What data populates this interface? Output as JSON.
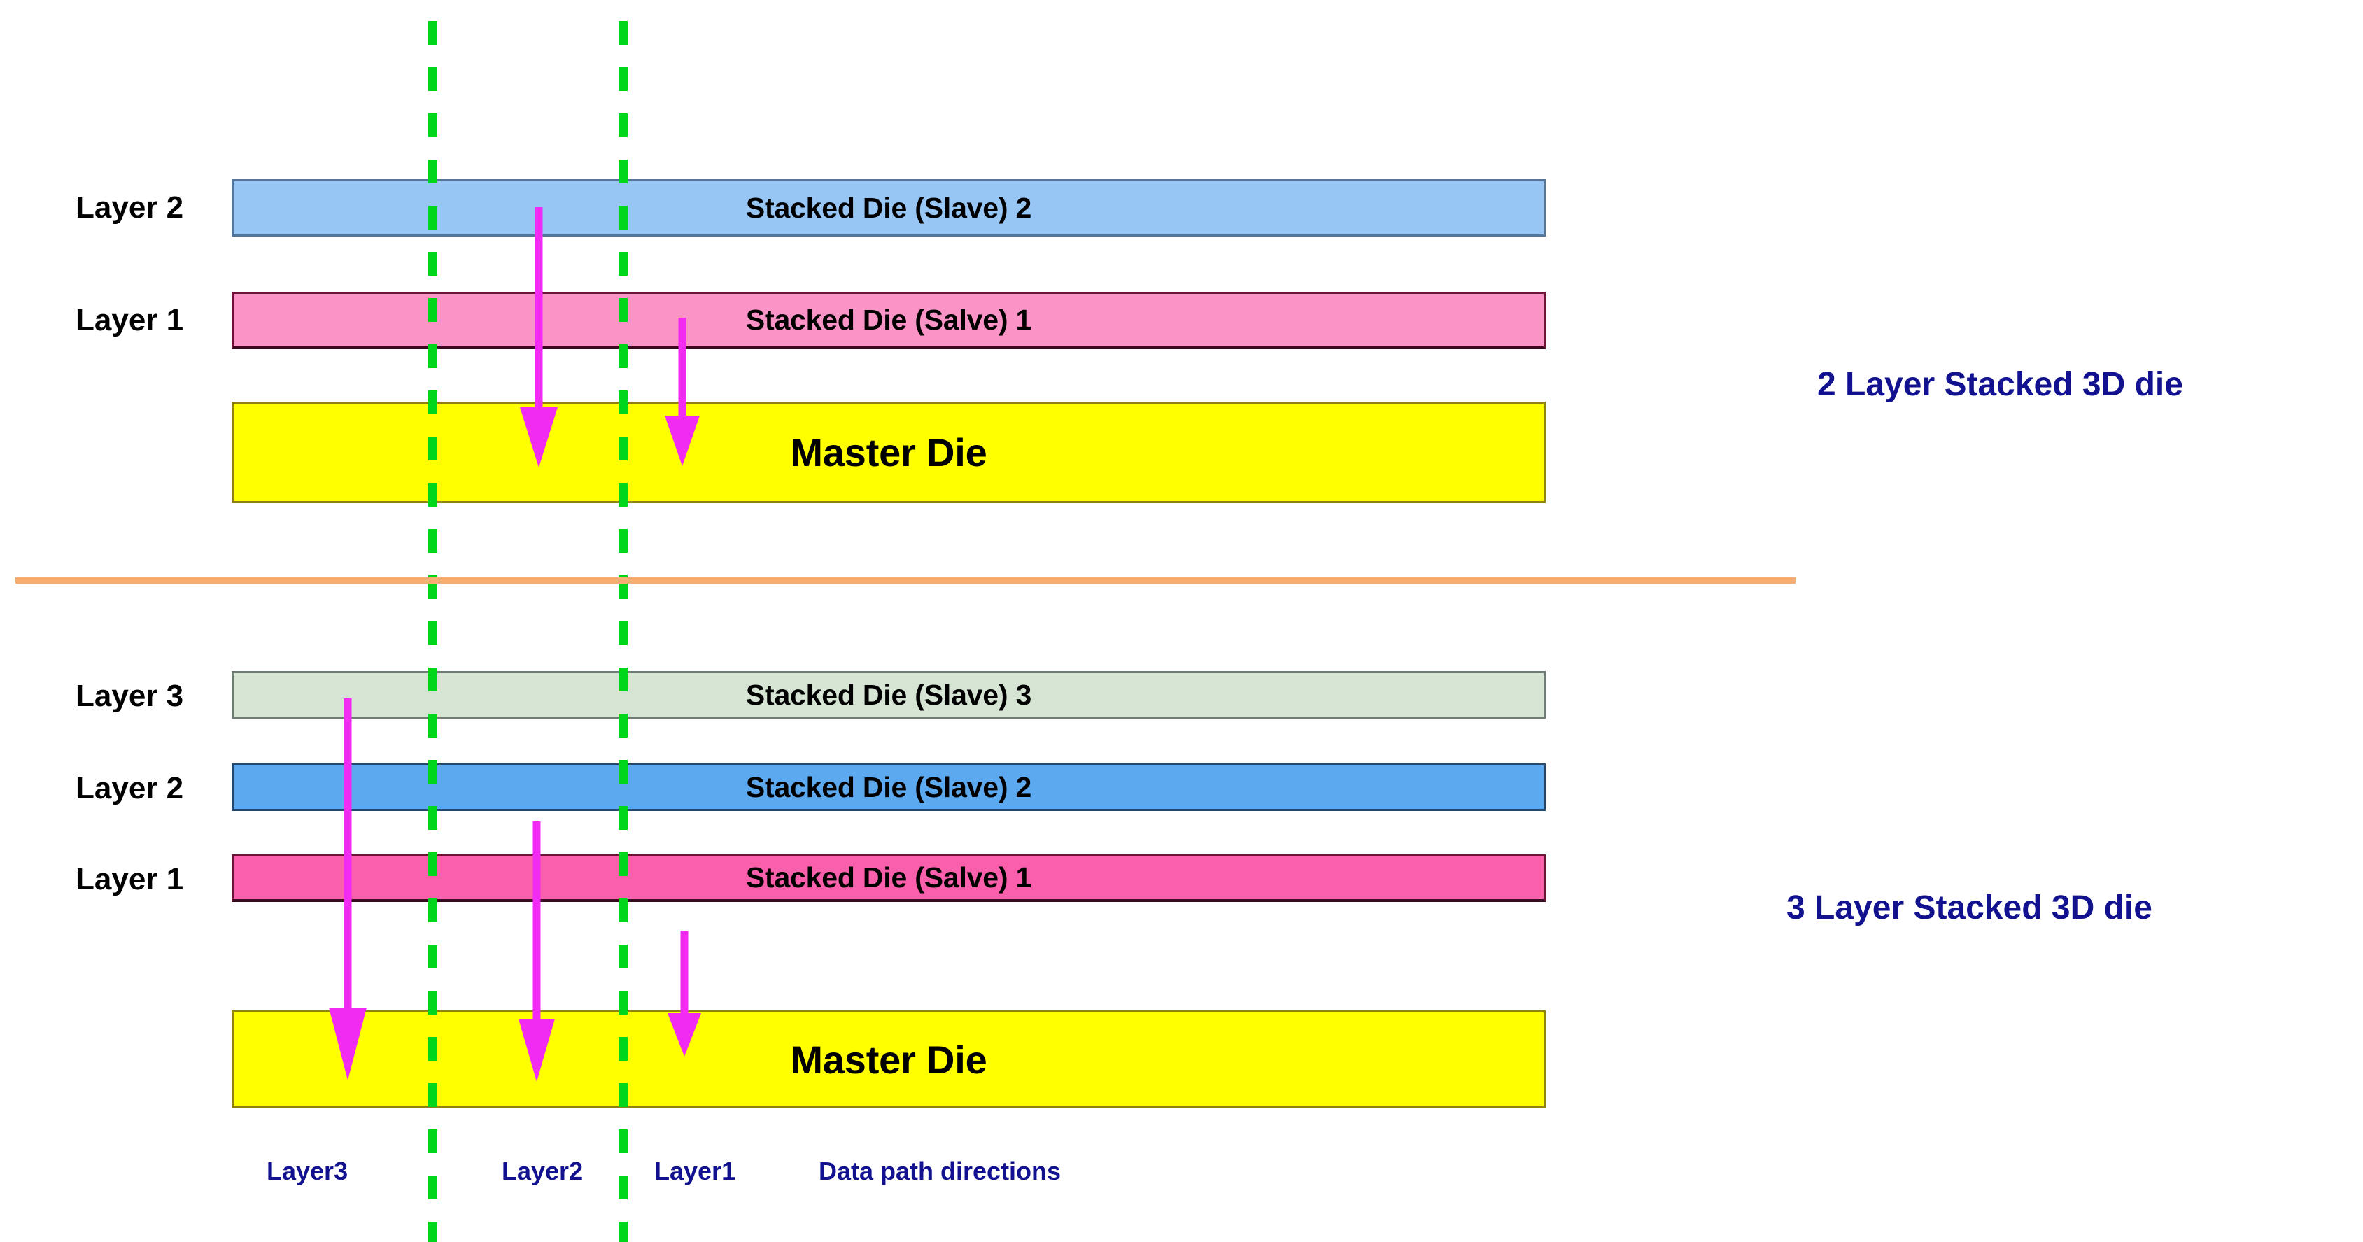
{
  "figure": {
    "title": "3D Stacked Die Data Path Diagram",
    "background": "#ffffff"
  },
  "colors": {
    "blue_die": "#97C6F5",
    "blue_die_strong": "#5CA9EF",
    "pink_die": "#FB94C6",
    "pink_die_strong": "#FA5FAB",
    "green_die": "#D6E4D4",
    "master_die": "#FFFF00",
    "arrow": "#F22BF2",
    "guide_line": "#00D61A",
    "divider": "#F5AE72",
    "caption_text": "#121291",
    "row_label_text": "#000000"
  },
  "top_section": {
    "caption": "2  Layer Stacked 3D die",
    "rows": [
      {
        "row_label": "Layer 2",
        "die_label": "Stacked Die (Slave) 2",
        "fill": "#97C6F5",
        "stroke": "#55759B"
      },
      {
        "row_label": "Layer 1",
        "die_label": "Stacked Die (Salve) 1",
        "fill": "#FB94C6",
        "stroke": "#6B1438"
      },
      {
        "row_label": "",
        "die_label": "Master Die",
        "fill": "#FFFF00",
        "stroke": "#8F8213"
      }
    ],
    "arrows": [
      {
        "name": "layer2-data-path",
        "source": "Layer 2",
        "target": "Master Die"
      },
      {
        "name": "layer1-data-path",
        "source": "Layer 1",
        "target": "Master Die"
      }
    ]
  },
  "bottom_section": {
    "caption": "3  Layer Stacked 3D die",
    "rows": [
      {
        "row_label": "Layer 3",
        "die_label": "Stacked Die (Slave) 3",
        "fill": "#D6E4D4",
        "stroke": "#6E7D74"
      },
      {
        "row_label": "Layer 2",
        "die_label": "Stacked Die (Slave) 2",
        "fill": "#5CA9EF",
        "stroke": "#24486E"
      },
      {
        "row_label": "Layer 1",
        "die_label": "Stacked Die (Salve) 1",
        "fill": "#FA5FAB",
        "stroke": "#6B1438"
      },
      {
        "row_label": "",
        "die_label": "Master Die",
        "fill": "#FFFF00",
        "stroke": "#8F8213"
      }
    ],
    "arrows": [
      {
        "name": "layer3-data-path",
        "source": "Layer 3",
        "target": "Master Die"
      },
      {
        "name": "layer2-data-path",
        "source": "Layer 2",
        "target": "Master Die"
      },
      {
        "name": "layer1-data-path",
        "source": "Layer 1",
        "target": "Master Die"
      }
    ]
  },
  "legend": {
    "items": [
      {
        "label": "Layer3"
      },
      {
        "label": "Layer2"
      },
      {
        "label": "Layer1"
      },
      {
        "label": "Data path directions"
      }
    ]
  },
  "guide_lines": [
    {
      "name": "guide-line-left"
    },
    {
      "name": "guide-line-right"
    }
  ]
}
